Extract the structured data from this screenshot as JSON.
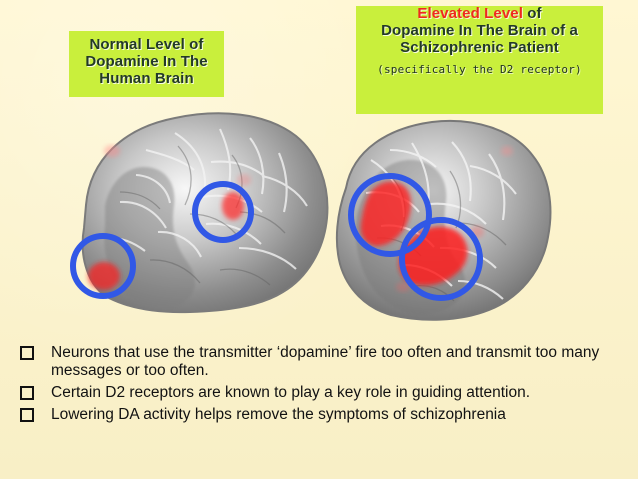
{
  "slide": {
    "normal_label": {
      "line1": "Normal Level of",
      "line2": "Dopamine In The",
      "line3": "Human Brain"
    },
    "elevated_label": {
      "accent": "Elevated Level",
      "line1_rest": " of",
      "line2": "Dopamine In The Brain of a",
      "line3": "Schizophrenic Patient",
      "note": "(specifically the D2 receptor)"
    },
    "bullets": [
      {
        "icon": "checkbox-icon",
        "text": "Neurons that use the transmitter ‘dopamine’ fire too often and transmit too many messages or too often."
      },
      {
        "icon": "checkbox-icon",
        "text": "Certain D2 receptors are known to play a key role in guiding attention."
      },
      {
        "icon": "checkbox-icon",
        "text": "Lowering DA activity helps remove the symptoms of schizophrenia"
      }
    ]
  },
  "colors": {
    "background": "#fcf4c9",
    "label_fill": "#c9ef3c",
    "accent_red": "#ef2a1f",
    "highlight_blue": "#3158e6",
    "brain_gray": "#8f8f8f"
  }
}
